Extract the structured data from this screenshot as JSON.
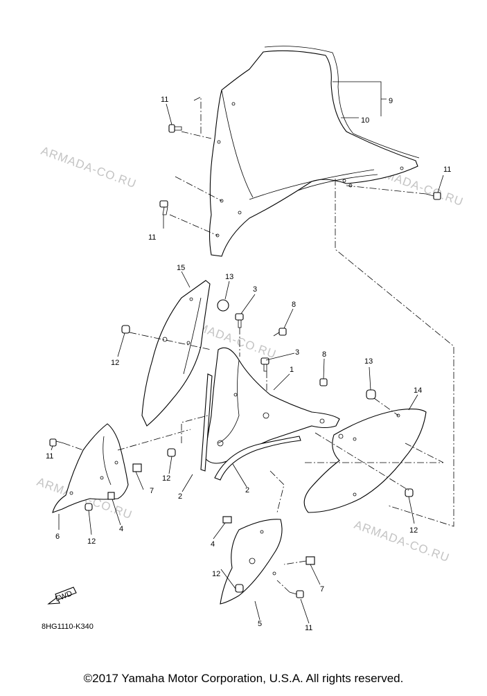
{
  "diagram": {
    "code": "8HG1110-K340",
    "fwd_label": "FWD",
    "copyright": "©2017 Yamaha Motor Corporation, U.S.A. All rights reserved.",
    "watermark": "ARMADA-CO.RU",
    "callouts": {
      "c1": "1",
      "c2a": "2",
      "c2b": "2",
      "c3a": "3",
      "c3b": "3",
      "c4a": "4",
      "c4b": "4",
      "c5": "5",
      "c6": "6",
      "c7a": "7",
      "c7b": "7",
      "c8a": "8",
      "c8b": "8",
      "c9": "9",
      "c10": "10",
      "c11a": "11",
      "c11b": "11",
      "c11c": "11",
      "c11d": "11",
      "c11e": "11",
      "c12a": "12",
      "c12b": "12",
      "c12c": "12",
      "c12d": "12",
      "c12e": "12",
      "c13a": "13",
      "c13b": "13",
      "c14": "14",
      "c15": "15"
    }
  }
}
